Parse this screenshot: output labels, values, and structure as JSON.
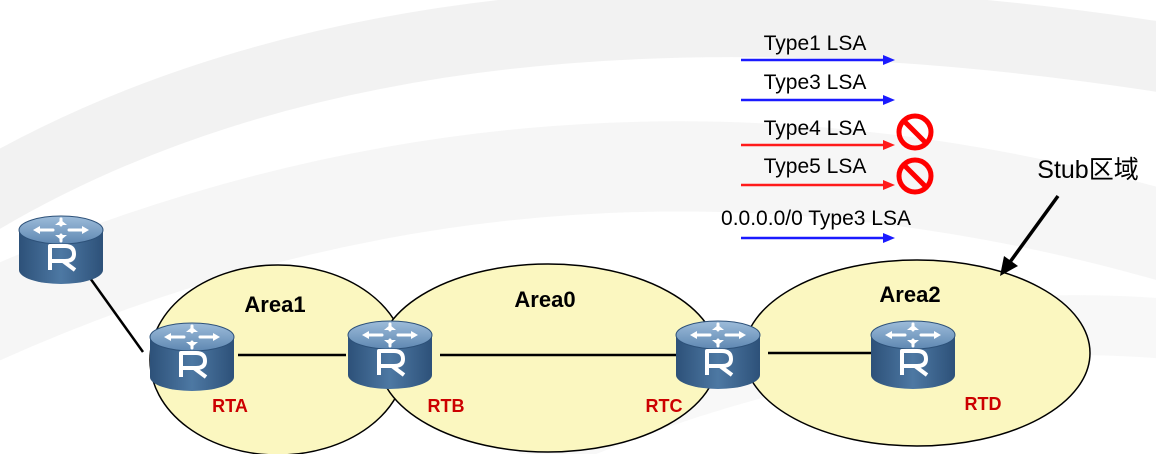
{
  "areas": [
    {
      "id": "area1",
      "label": "Area1"
    },
    {
      "id": "area0",
      "label": "Area0"
    },
    {
      "id": "area2",
      "label": "Area2"
    }
  ],
  "routers": [
    {
      "id": "external",
      "icon": "router-icon",
      "label": ""
    },
    {
      "id": "rta",
      "icon": "router-icon",
      "label": "RTA"
    },
    {
      "id": "rtb",
      "icon": "router-icon",
      "label": "RTB"
    },
    {
      "id": "rtc",
      "icon": "router-icon",
      "label": "RTC"
    },
    {
      "id": "rtd",
      "icon": "router-icon",
      "label": "RTD"
    }
  ],
  "lsa_legend": [
    {
      "label": "Type1 LSA",
      "color": "#1a1aff",
      "blocked": false
    },
    {
      "label": "Type3 LSA",
      "color": "#1a1aff",
      "blocked": false
    },
    {
      "label": "Type4 LSA",
      "color": "#ff1a1a",
      "blocked": true
    },
    {
      "label": "Type5 LSA",
      "color": "#ff1a1a",
      "blocked": true
    },
    {
      "label": "0.0.0.0/0 Type3 LSA",
      "color": "#1a1aff",
      "blocked": false
    }
  ],
  "stub_callout": {
    "label": "Stub区域"
  },
  "colors": {
    "area_fill": "#fbf7c0",
    "router_body": "#3f6891",
    "router_top": "#7da4c8",
    "router_label": "#cc0000",
    "block_icon": "#ff0000"
  }
}
